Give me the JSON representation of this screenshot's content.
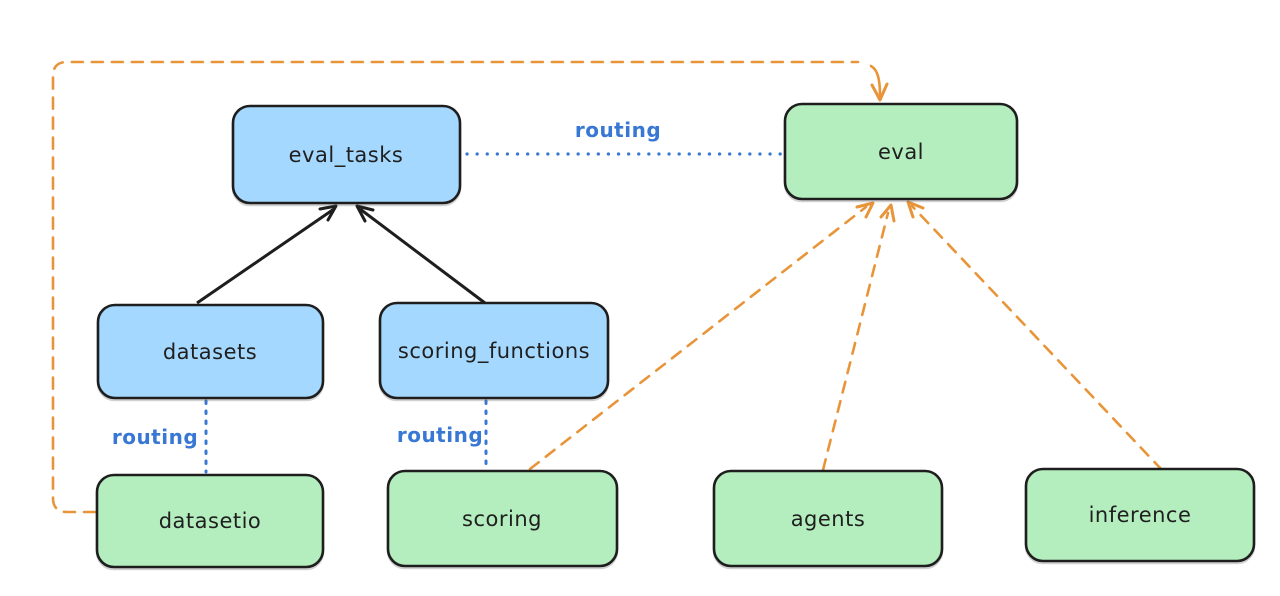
{
  "diagram": {
    "description": "Architecture diagram linking eval APIs to providers",
    "nodes": {
      "eval_tasks": {
        "label": "eval_tasks",
        "kind": "api"
      },
      "eval": {
        "label": "eval",
        "kind": "provider"
      },
      "datasets": {
        "label": "datasets",
        "kind": "api"
      },
      "scoring_functions": {
        "label": "scoring_functions",
        "kind": "api"
      },
      "datasetio": {
        "label": "datasetio",
        "kind": "provider"
      },
      "scoring": {
        "label": "scoring",
        "kind": "provider"
      },
      "agents": {
        "label": "agents",
        "kind": "provider"
      },
      "inference": {
        "label": "inference",
        "kind": "provider"
      }
    },
    "edge_labels": {
      "routing_top": "routing",
      "routing_left": "routing",
      "routing_middle": "routing"
    },
    "edges": [
      {
        "from": "datasets",
        "to": "eval_tasks",
        "style": "solid-black-arrow"
      },
      {
        "from": "scoring_functions",
        "to": "eval_tasks",
        "style": "solid-black-arrow"
      },
      {
        "from": "eval_tasks",
        "to": "eval",
        "style": "dotted-blue",
        "label": "routing"
      },
      {
        "from": "datasets",
        "to": "datasetio",
        "style": "dotted-blue",
        "label": "routing"
      },
      {
        "from": "scoring_functions",
        "to": "scoring",
        "style": "dotted-blue",
        "label": "routing"
      },
      {
        "from": "datasetio",
        "to": "eval",
        "style": "dashed-orange-arrow"
      },
      {
        "from": "scoring",
        "to": "eval",
        "style": "dashed-orange-arrow"
      },
      {
        "from": "agents",
        "to": "eval",
        "style": "dashed-orange-arrow"
      },
      {
        "from": "inference",
        "to": "eval",
        "style": "dashed-orange-arrow"
      }
    ]
  },
  "colors": {
    "node_blue": "#a5d8ff",
    "node_green": "#b4eebf",
    "node_stroke": "#1e1e1e",
    "arrow_black": "#1e1e1e",
    "routing_blue": "#3878d4",
    "provider_orange": "#e8953a",
    "background": "#ffffff"
  }
}
